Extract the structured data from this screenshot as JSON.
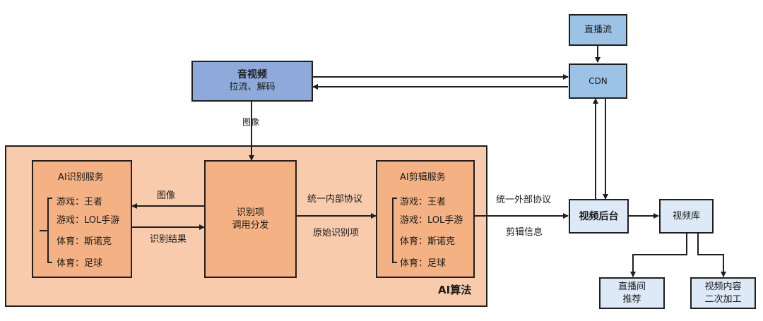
{
  "audio_video": {
    "title": "音视频",
    "subtitle": "拉流、解码"
  },
  "cdn": {
    "label": "CDN"
  },
  "live_stream": {
    "label": "直播流"
  },
  "video_backend": {
    "label": "视频后台"
  },
  "video_library": {
    "label": "视频库"
  },
  "live_room": {
    "line1": "直播间",
    "line2": "推荐"
  },
  "video_content": {
    "line1": "视频内容",
    "line2": "二次加工"
  },
  "ai_region": {
    "label": "AI算法"
  },
  "ai_recognition": {
    "title": "AI识别服务",
    "items": [
      "游戏：王者",
      "游戏：LOL手游",
      "体育：斯诺克",
      "体育：足球"
    ]
  },
  "dispatch": {
    "line1": "识别项",
    "line2": "调用分发"
  },
  "ai_editing": {
    "title": "AI剪辑服务",
    "items": [
      "游戏：王者",
      "游戏：LOL手游",
      "体育：斯诺克",
      "体育：足球"
    ]
  },
  "edge_labels": {
    "image_top": "图像",
    "image_left": "图像",
    "recognition_result": "识别结果",
    "unified_internal": "统一内部协议",
    "raw_items": "原始识别项",
    "unified_external": "统一外部协议",
    "edit_info": "剪辑信息"
  }
}
